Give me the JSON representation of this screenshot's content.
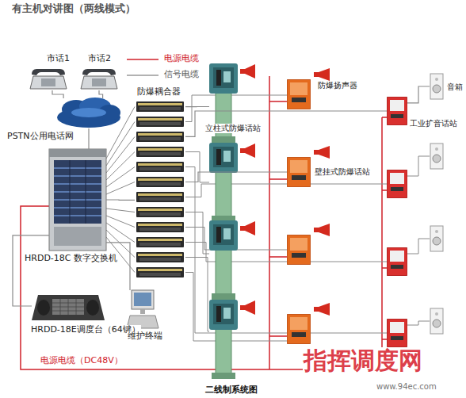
{
  "diagram": {
    "title": "有主机对讲图（两线模式）",
    "caption": "二线制系统图",
    "nodes": [
      {
        "text": [
          "市话1"
        ]
      },
      {
        "text": [
          "市话2"
        ]
      },
      {
        "text": [
          "PSTN公用电话网"
        ]
      },
      {
        "text": [
          "HRDD-18C 数字交换机"
        ]
      },
      {
        "text": [
          "HRDD-18E调度台（64键）"
        ]
      },
      {
        "text": [
          "维护终端"
        ]
      },
      {
        "text": [
          "防爆耦合器"
        ]
      },
      {
        "text": [
          "立柱式防爆话站"
        ]
      },
      {
        "text": [
          "防爆扬声器"
        ]
      },
      {
        "text": [
          "壁挂式防爆话站"
        ]
      },
      {
        "text": [
          "工业扩音话站"
        ]
      },
      {
        "text": [
          "音箱"
        ]
      }
    ],
    "edges": [
      {
        "from": 0,
        "to": 2,
        "arrow": "none"
      },
      {
        "from": 1,
        "to": 2,
        "arrow": "none"
      },
      {
        "from": 2,
        "to": 3,
        "arrow": "none"
      },
      {
        "from": 3,
        "to": 4,
        "arrow": "none"
      },
      {
        "from": 3,
        "to": 5,
        "arrow": "none"
      },
      {
        "from": 3,
        "to": 6,
        "arrow": "none"
      },
      {
        "from": 6,
        "to": 7,
        "arrow": "none"
      },
      {
        "from": 6,
        "to": 9,
        "arrow": "none"
      },
      {
        "from": 6,
        "to": 10,
        "arrow": "none"
      },
      {
        "from": 10,
        "to": 11,
        "arrow": "none"
      }
    ],
    "labels": [
      "电源电缆（DC48V）",
      "指挥调度网",
      "www.94ec.com"
    ],
    "legend": [
      {
        "text": "电源电缆"
      },
      {
        "text": "信号电缆"
      }
    ]
  }
}
